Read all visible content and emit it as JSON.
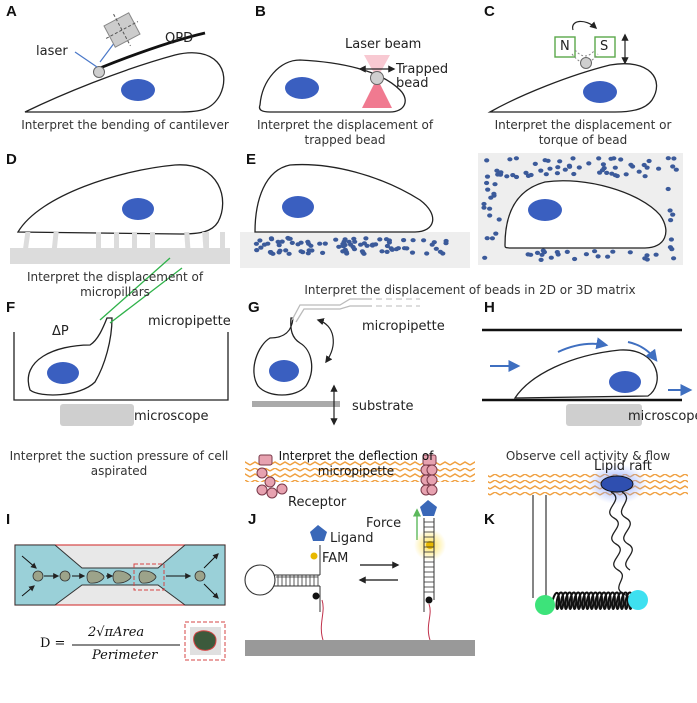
{
  "panels": {
    "A": {
      "letter": "A",
      "laser": "laser",
      "qpd": "QPD",
      "caption": "Interpret the bending of cantilever"
    },
    "B": {
      "letter": "B",
      "beam": "Laser beam",
      "trapped": "Trapped bead",
      "caption": "Interpret the displacement of trapped bead"
    },
    "C": {
      "letter": "C",
      "n": "N",
      "s": "S",
      "caption": "Interpret the displacement or torque of bead"
    },
    "D": {
      "letter": "D",
      "caption": "Interpret the displacement of micropillars"
    },
    "E": {
      "letter": "E",
      "caption": "Interpret the displacement of beads in 2D or 3D matrix"
    },
    "F": {
      "letter": "F",
      "dp": "ΔP",
      "micropipette": "micropipette",
      "microscope": "microscope",
      "caption": "Interpret the suction pressure of cell aspirated"
    },
    "G": {
      "letter": "G",
      "micropipette": "micropipette",
      "substrate": "substrate",
      "caption": "Interpret the deflection of  micropipette"
    },
    "H": {
      "letter": "H",
      "microscope": "microscope",
      "caption": "Observe cell activity & flow"
    },
    "I": {
      "letter": "I",
      "formula_lhs": "D =",
      "formula_num": "2√πArea",
      "formula_den": "Perimeter"
    },
    "J": {
      "letter": "J",
      "receptor": "Receptor",
      "force": "Force",
      "ligand": "Ligand",
      "fam": "FAM"
    },
    "K": {
      "letter": "K",
      "raft": "Lipid raft"
    }
  },
  "colors": {
    "cell_nucleus": "#3a5fc0",
    "bead_dots": "#3b5a9a",
    "membrane": "#f0a040",
    "pipette_green": "#2fb24a",
    "laser_pink": "#f07a90",
    "channel_teal": "#9ad0d8",
    "fluor_green": "#3de37a",
    "fluor_cyan": "#3ee0f0",
    "ligand_blue": "#3a68b8"
  }
}
